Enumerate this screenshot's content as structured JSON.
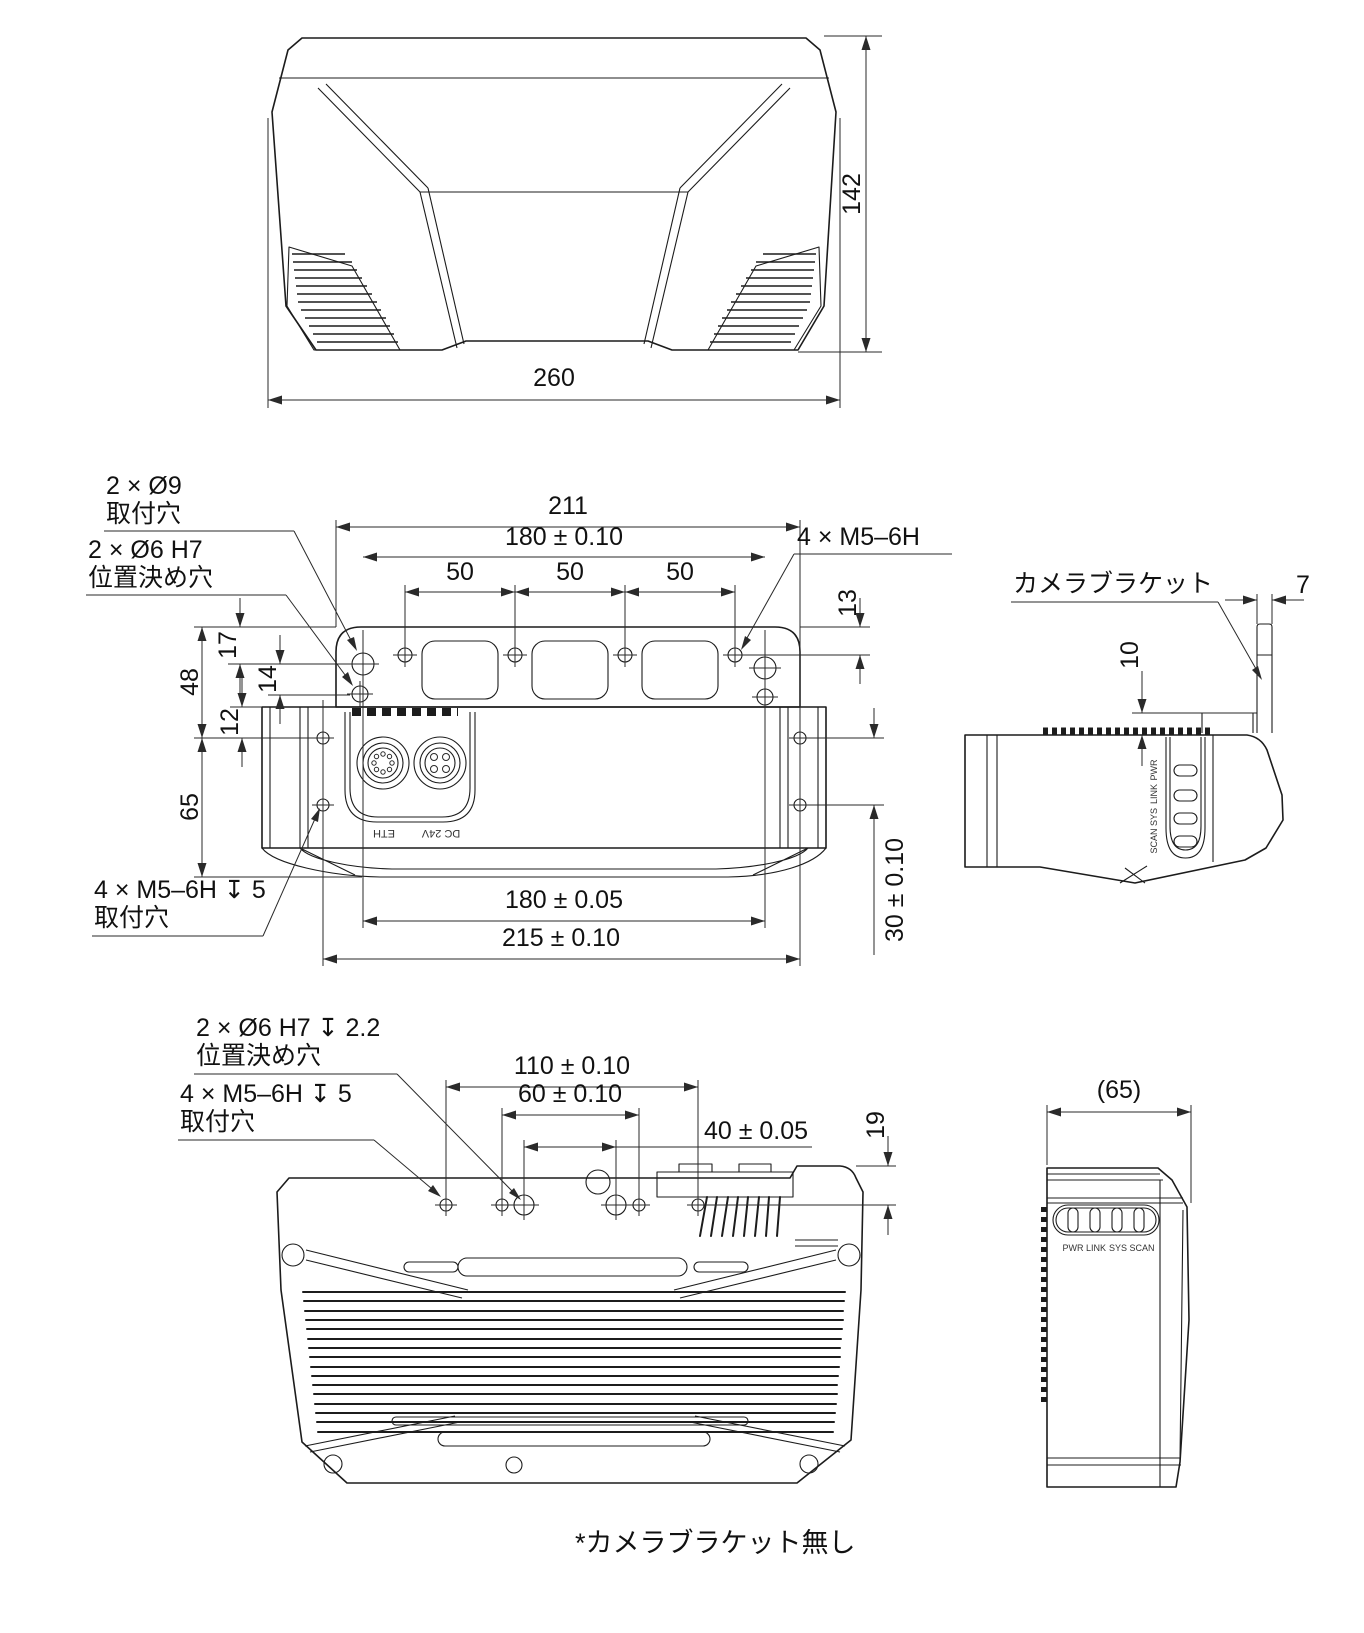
{
  "front_view": {
    "dim_width": "260",
    "dim_height": "142"
  },
  "top_view": {
    "label_mount_holes_1": "2 × Ø9",
    "label_mount_holes_2": "取付穴",
    "label_locating_holes_1": "2 × Ø6 H7",
    "label_locating_holes_2": "位置決め穴",
    "label_tapped_holes": "4 × M5–6H",
    "label_side_tapped_1": "4 × M5–6H ↧ 5",
    "label_side_tapped_2": "取付穴",
    "dim_total_width": "211",
    "dim_mount_width": "180 ± 0.10",
    "dim_pitch_1": "50",
    "dim_pitch_2": "50",
    "dim_pitch_3": "50",
    "dim_top_offset": "13",
    "dim_hole_offset_1": "17",
    "dim_plate_height": "48",
    "dim_hole_offset_2": "14",
    "dim_side_hole_top": "12",
    "dim_side_height": "65",
    "dim_mount_width_bottom": "180 ± 0.05",
    "dim_total_width_bottom": "215 ± 0.10",
    "dim_side_hole_pitch": "30 ± 0.10",
    "connector_eth": "ETH",
    "connector_power": "DC 24V"
  },
  "side_view": {
    "label_bracket": "カメラブラケット",
    "dim_bracket_thickness": "7",
    "dim_fin_height": "10",
    "led_1": "PWR",
    "led_2": "LINK",
    "led_3": "SYS",
    "led_4": "SCAN"
  },
  "bottom_view": {
    "label_locating_1": "2 × Ø6 H7 ↧ 2.2",
    "label_locating_2": "位置決め穴",
    "label_tapped_1": "4 × M5–6H ↧ 5",
    "label_tapped_2": "取付穴",
    "dim_locating_pitch": "110 ± 0.10",
    "dim_tapped_pitch": "60 ± 0.10",
    "dim_inner_pitch": "40 ± 0.05",
    "dim_hole_row_offset": "19",
    "dim_depth": "(65)",
    "led_1": "PWR",
    "led_2": "LINK",
    "led_3": "SYS",
    "led_4": "SCAN"
  },
  "footnote": "*カメラブラケット無し"
}
